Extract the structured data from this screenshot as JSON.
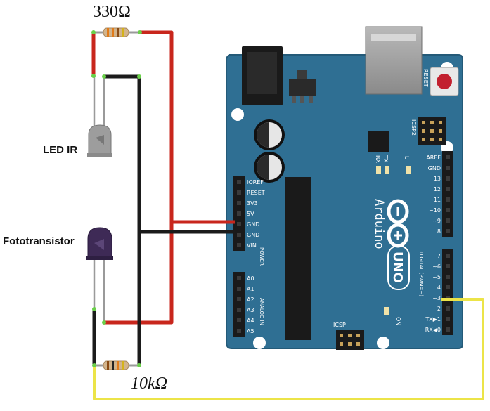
{
  "labels": {
    "resistor_top": "330Ω",
    "resistor_bottom": "10kΩ",
    "led": "LED IR",
    "phototransistor": "Fototransistor"
  },
  "board": {
    "name_arduino": "Arduino",
    "name_uno": "UNO",
    "reset": "RESET",
    "icsp2": "ICSP2",
    "icsp": "ICSP",
    "on": "ON",
    "tx": "TX",
    "rx": "RX",
    "l": "L",
    "power_group": "POWER",
    "analog_group": "ANALOG IN",
    "digital_group": "DIGITAL (PWM=~)",
    "power_pins": [
      "IOREF",
      "RESET",
      "3V3",
      "5V",
      "GND",
      "GND",
      "VIN"
    ],
    "analog_pins": [
      "A0",
      "A1",
      "A2",
      "A3",
      "A4",
      "A5"
    ],
    "digital_top": [
      "AREF",
      "GND",
      "13",
      "12",
      "~11",
      "~10",
      "~9",
      "8"
    ],
    "digital_bottom": [
      "7",
      "~6",
      "~5",
      "4",
      "~3",
      "2",
      "TX▶1",
      "RX◀0"
    ]
  },
  "colors": {
    "board": "#2f6f93",
    "wire_red": "#c8261c",
    "wire_black": "#1b1b1b",
    "wire_yellow": "#ece448"
  }
}
